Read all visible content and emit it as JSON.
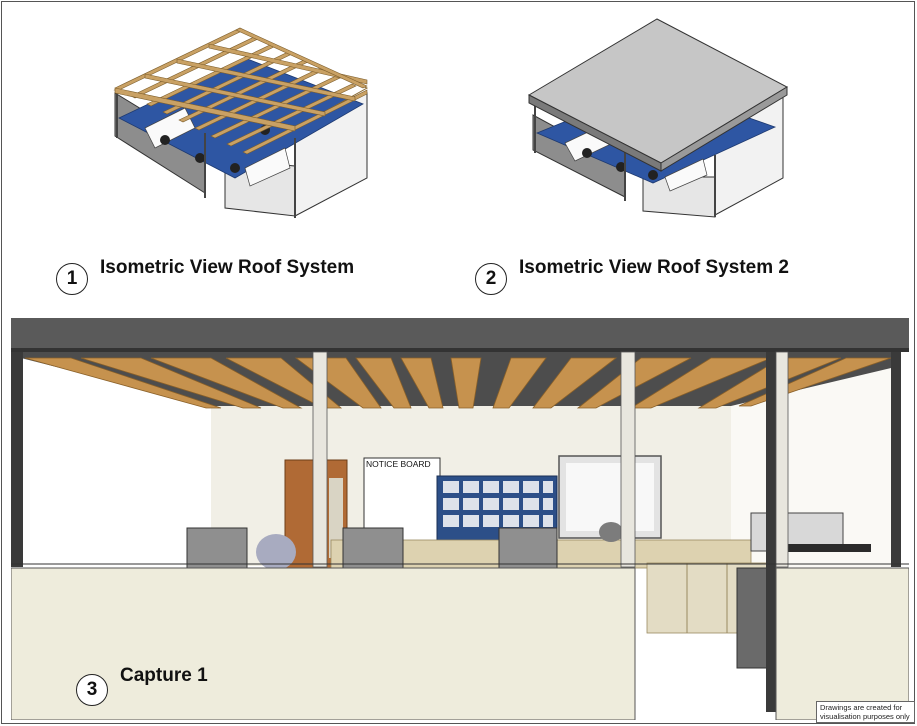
{
  "views": [
    {
      "number": "1",
      "title": "Isometric View Roof System"
    },
    {
      "number": "2",
      "title": "Isometric View Roof System 2"
    },
    {
      "number": "3",
      "title": "Capture 1"
    }
  ],
  "scene": {
    "notice_board_label": "NOTICE BOARD"
  },
  "disclaimer": "Drawings are created for visualisation purposes only",
  "colors": {
    "timber": "#c69a5a",
    "timber_dark": "#a47a3e",
    "wall_light": "#f0eee6",
    "wall_gray": "#8a8a8a",
    "roof_slab": "#585858",
    "column_dark": "#3a3a3a",
    "shelf_blue": "#2c4f88",
    "cabinet": "#e3dcc4"
  }
}
